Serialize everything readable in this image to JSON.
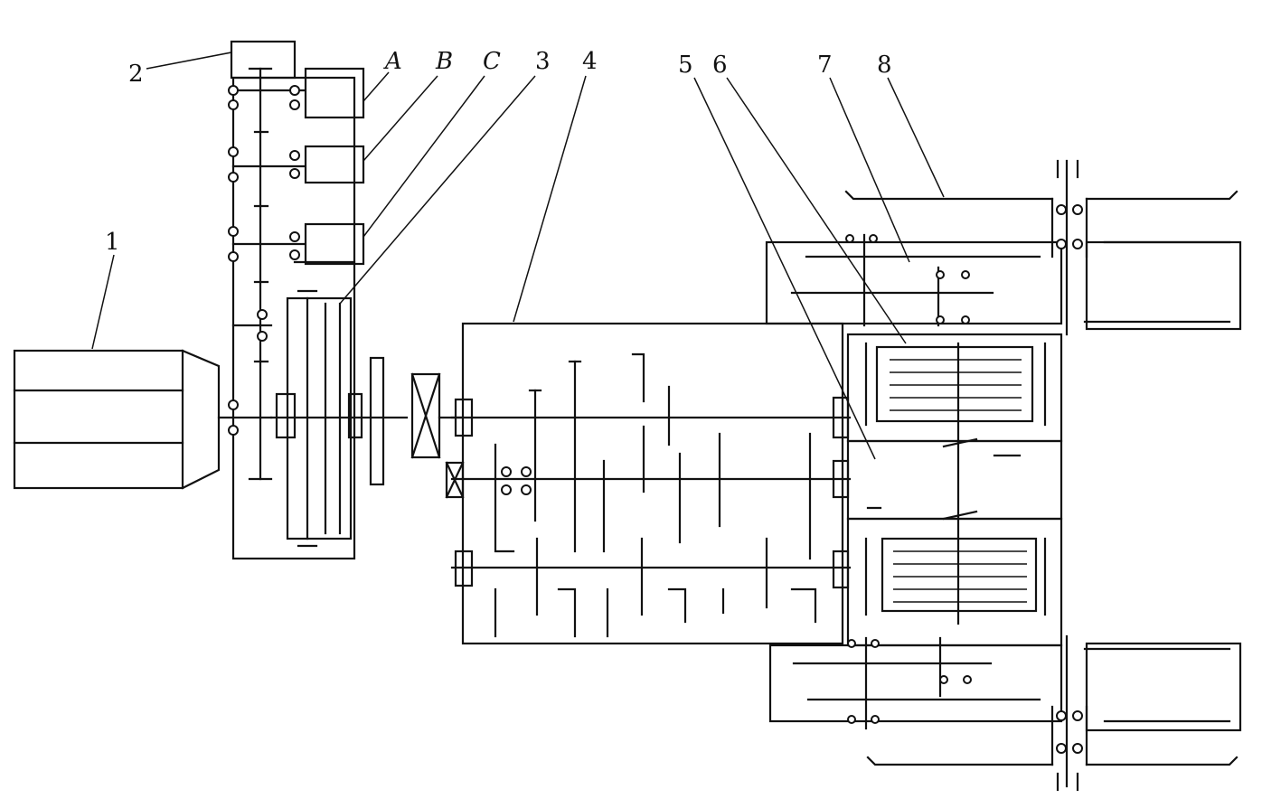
{
  "labels": {
    "motor": "1",
    "pump_drive_box": "2",
    "pump_a": "A",
    "pump_b": "B",
    "pump_c": "C",
    "hydraulic_coupling": "3",
    "gearbox": "4",
    "central_drive": "5",
    "steering_clutch": "6",
    "final_drive": "7",
    "track_wheel": "8"
  },
  "colors": {
    "ink": "#111111",
    "background": "#ffffff"
  }
}
